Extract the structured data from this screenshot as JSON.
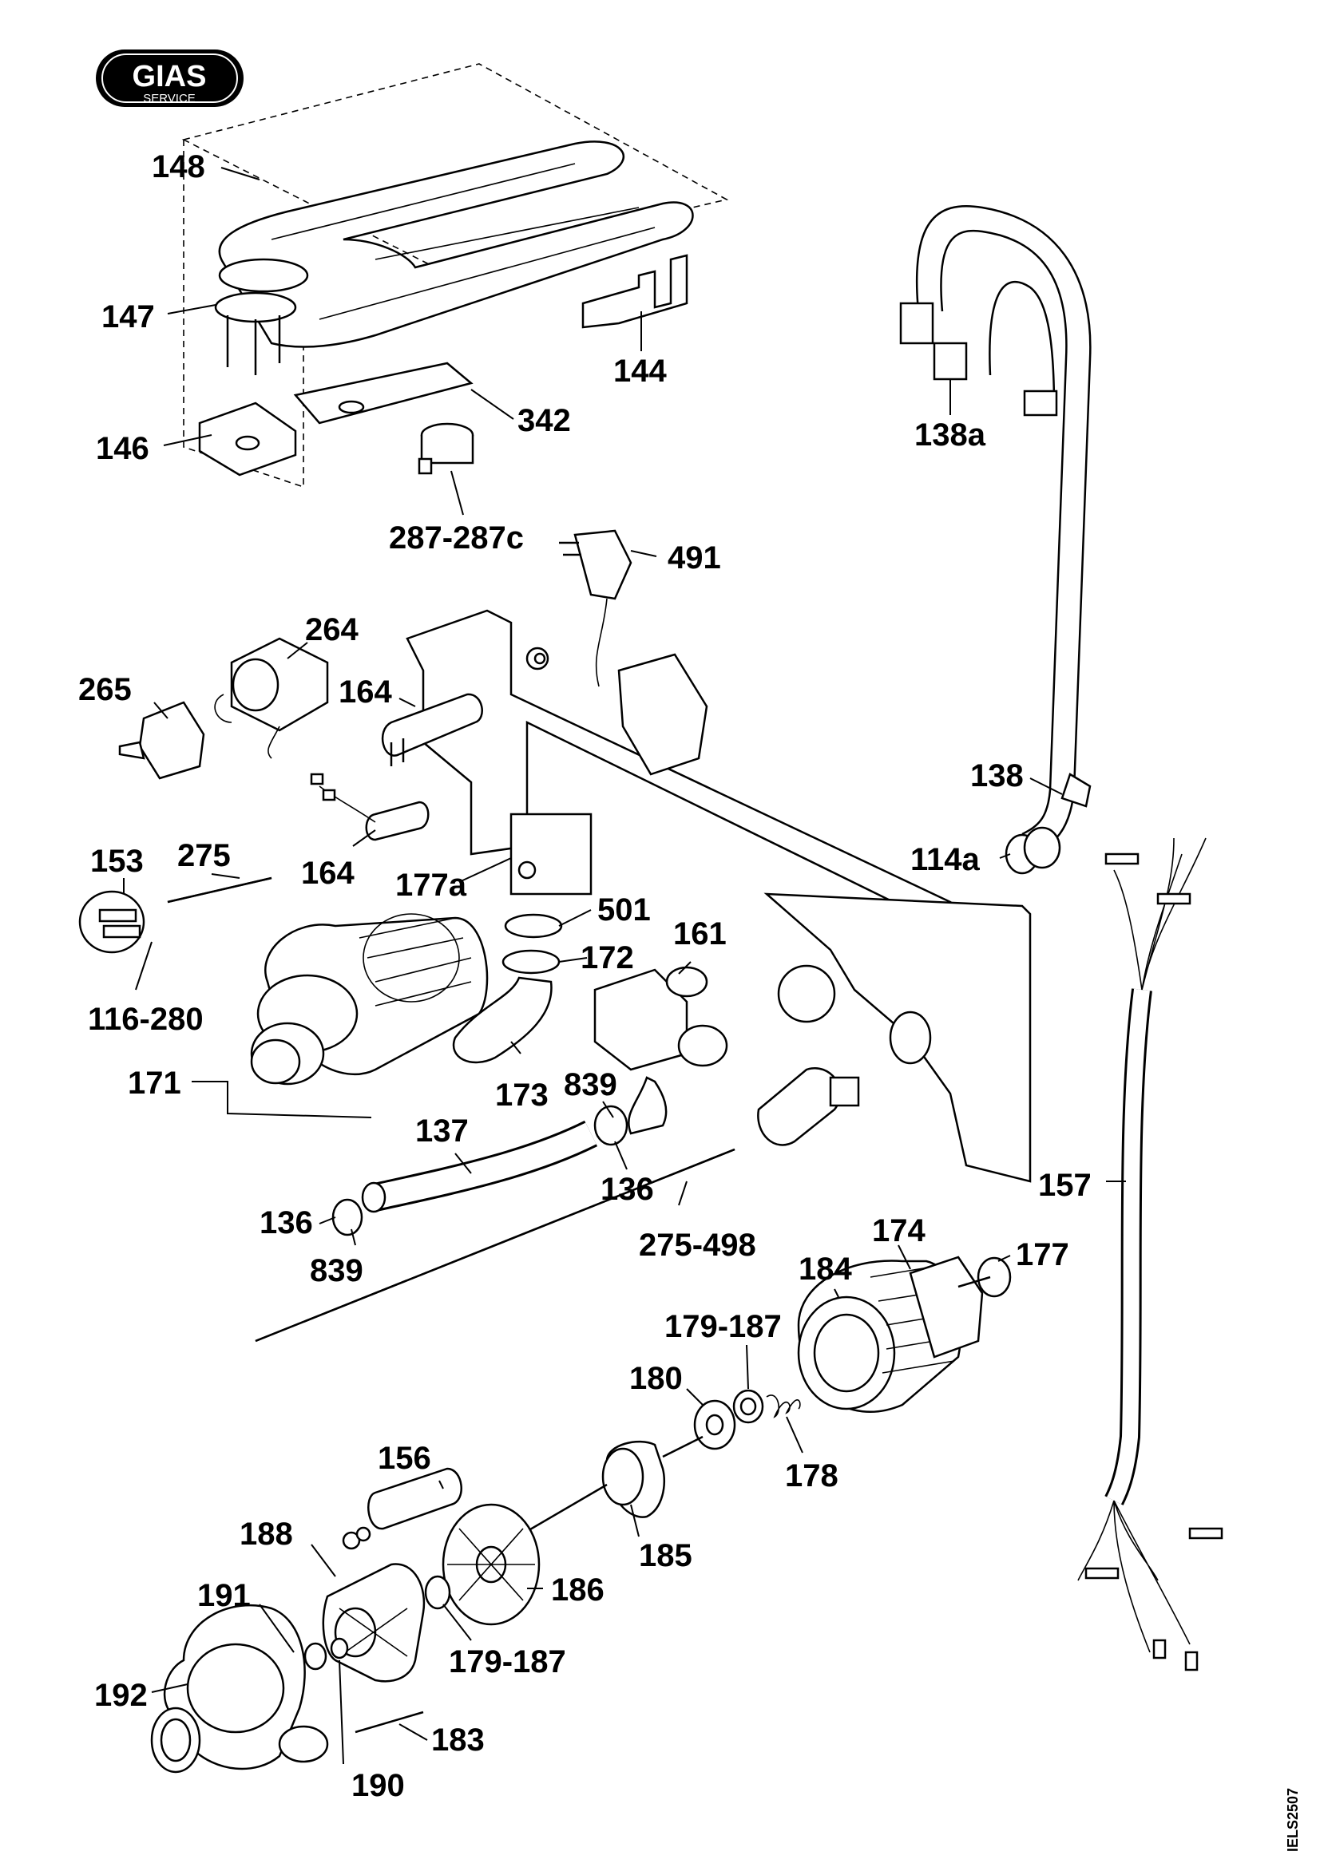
{
  "logo": {
    "brand": "GIAS",
    "sub": "SERVICE"
  },
  "drawing_code": "IELS2507",
  "labels": {
    "l148": "148",
    "l147": "147",
    "l146": "146",
    "l144": "144",
    "l342": "342",
    "l287": "287-287c",
    "l491": "491",
    "l138a": "138a",
    "l264": "264",
    "l265": "265",
    "l164a": "164",
    "l164b": "164",
    "l138": "138",
    "l114a": "114a",
    "l153": "153",
    "l275": "275",
    "l177a": "177a",
    "l501": "501",
    "l161": "161",
    "l172": "172",
    "l116": "116-280",
    "l171": "171",
    "l173": "173",
    "l839a": "839",
    "l137": "137",
    "l136a": "136",
    "l136b": "136",
    "l839b": "839",
    "l275498": "275-498",
    "l157": "157",
    "l174": "174",
    "l184": "184",
    "l177": "177",
    "l17987a": "179-187",
    "l180": "180",
    "l178": "178",
    "l156": "156",
    "l185": "185",
    "l188": "188",
    "l186": "186",
    "l191": "191",
    "l17987b": "179-187",
    "l192": "192",
    "l183": "183",
    "l190": "190"
  }
}
